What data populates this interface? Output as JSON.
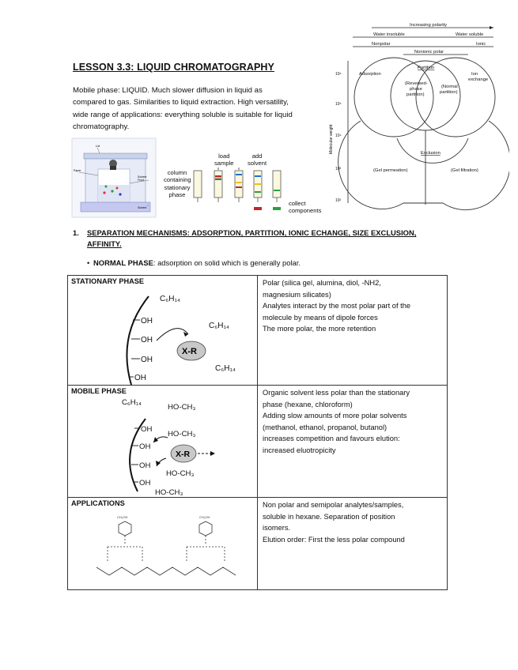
{
  "title": "LESSON 3.3: LIQUID CHROMATOGRAPHY",
  "intro": [
    "Mobile phase: LIQUID. Much slower diffusion in liquid as",
    "compared to gas. Similarities to liquid extraction. High versatility,",
    "wide range of applications: everything soluble is suitable for liquid",
    "chromatography."
  ],
  "column_diagram": {
    "load_sample": [
      "load",
      "sample"
    ],
    "add_solvent": [
      "add",
      "solvent"
    ],
    "column_label": [
      "column",
      "containing",
      "stationary",
      "phase"
    ],
    "collect": [
      "collect",
      "components"
    ]
  },
  "venn": {
    "polarity": "Increasing polarity",
    "water_insoluble": "Water insoluble",
    "water_soluble": "Water soluble",
    "nonpolar": "Nonpolar",
    "ionic": "Ionic",
    "nonionic_polar": "Nonionic polar",
    "partition": "Partition",
    "adsorption": "Adsorption",
    "reversed": [
      "(Reversed-",
      "phase",
      "partition)"
    ],
    "normal": [
      "(Normal",
      "partition)"
    ],
    "ion_exchange": [
      "Ion",
      "exchange"
    ],
    "exclusion": "Exclusion",
    "gel_permeation": "(Gel permeation)",
    "gel_filtration": "(Gel filtration)",
    "y_axis": "Molecular weight",
    "y_ticks": [
      "10⁶",
      "10⁵",
      "10⁴",
      "10³",
      "10²"
    ]
  },
  "section1": {
    "number": "1.",
    "line1": "SEPARATION MECHANISMS: ADSORPTION, PARTITION, IONIC ECHANGE, SIZE EXCLUSION,",
    "line2": "AFFINITY."
  },
  "normal_phase": {
    "label": "NORMAL PHASE",
    "text": ": adsorption on solid which is generally polar."
  },
  "rows": [
    {
      "label": "STATIONARY PHASE",
      "lines": [
        "Polar (silica gel, alumina, diol, -NH2,",
        "magnesium silicates)",
        "Analytes interact by the most polar part of the",
        "molecule by means of dipole forces",
        "The more polar, the more retention"
      ],
      "fig": {
        "c6h14_a": "C₆H₁₄",
        "c6h14_b": "C₆H₁₄",
        "c6h14_c": "C₆H₁₄",
        "oh": "OH",
        "xr": "X-R"
      }
    },
    {
      "label": "MOBILE PHASE",
      "lines": [
        "Organic solvent less polar than the stationary",
        "phase (hexane, chloroform)",
        "Adding slow amounts of more polar solvents",
        "(methanol, ethanol, propanol, butanol)",
        "increases competition and favours elution:",
        "increased eluotropicity"
      ],
      "fig": {
        "c6h14": "C₆H₁₄",
        "hoch3": "HO-CH₃",
        "oh": "OH",
        "xr": "X-R"
      }
    },
    {
      "label": "APPLICATIONS",
      "lines": [
        "Non polar and semipolar analytes/samples,",
        "soluble in hexane. Separation of position",
        "isomers.",
        "Elution order: First the less polar compound"
      ]
    }
  ]
}
